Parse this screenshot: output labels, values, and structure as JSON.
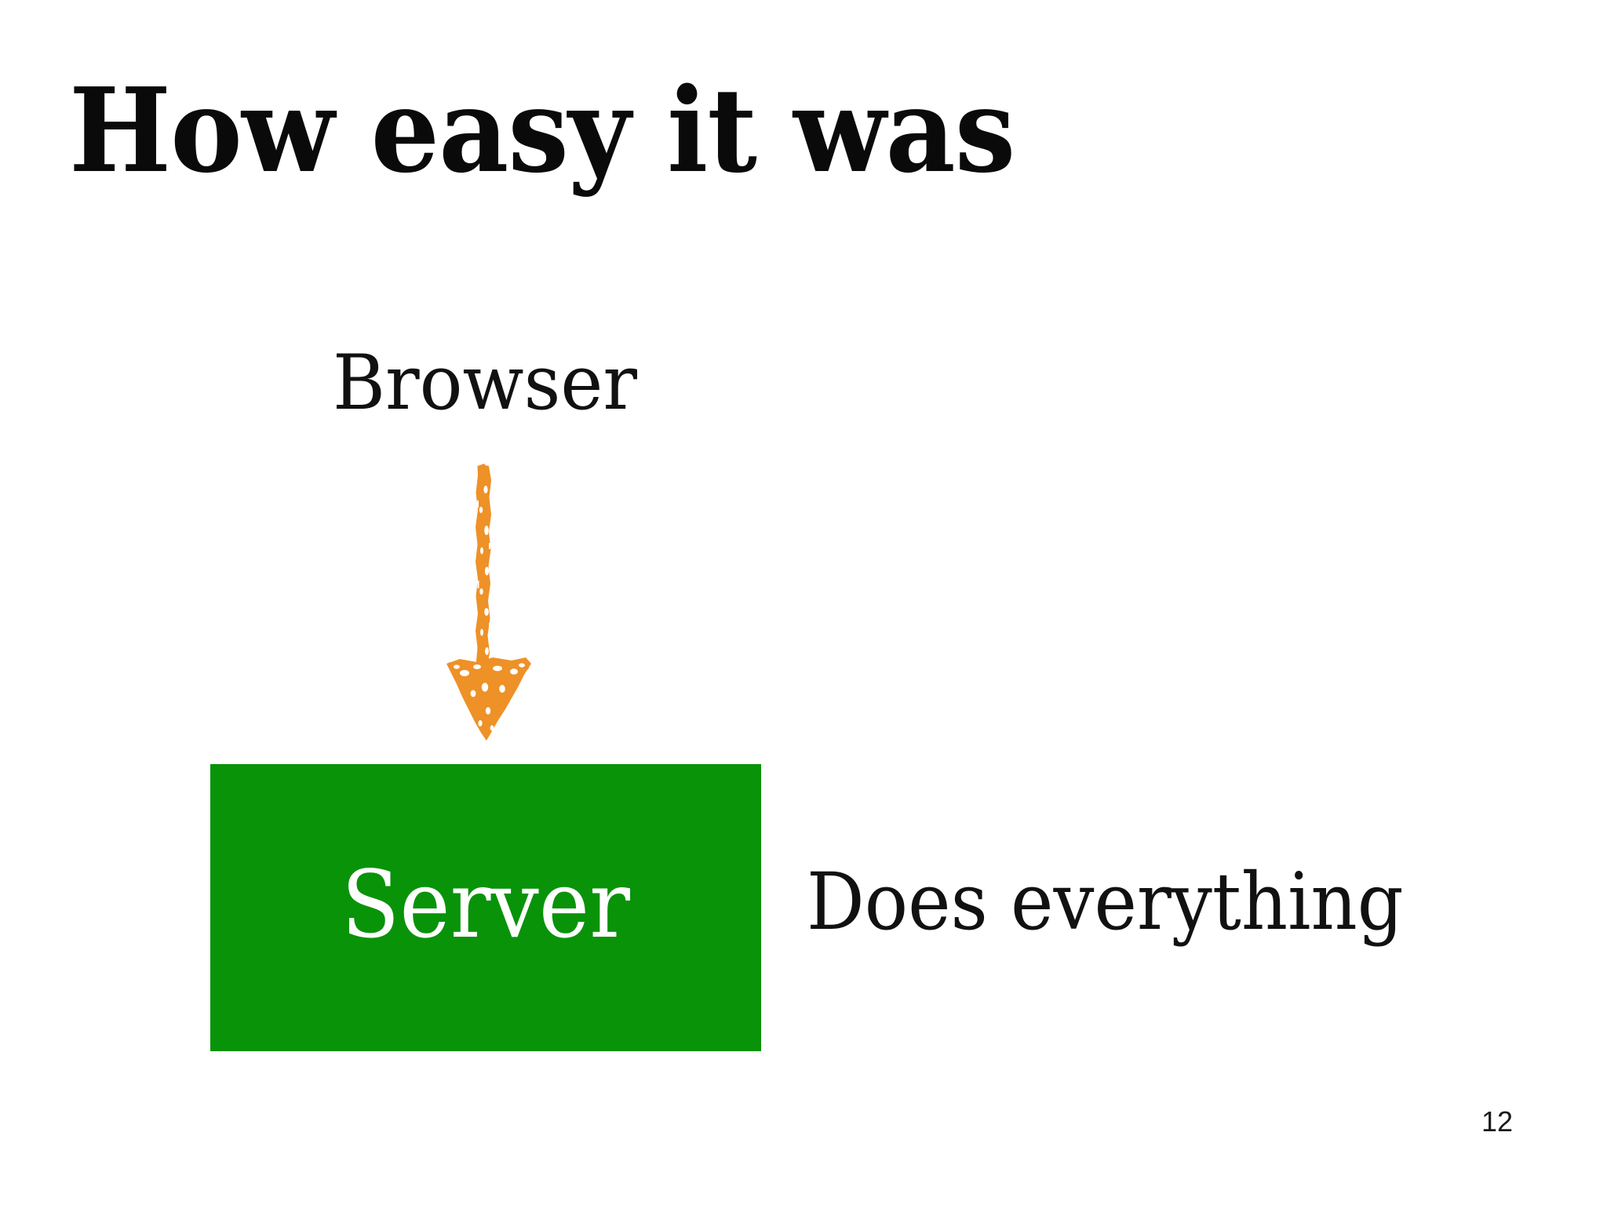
{
  "slide": {
    "title": "How easy it was",
    "page_number": "12",
    "background_color": "#ffffff"
  },
  "diagram": {
    "browser_label": "Browser",
    "arrow": {
      "name": "down-arrow",
      "direction": "down",
      "color": "#ee9127",
      "style": "hand-drawn"
    },
    "server_box": {
      "label": "Server",
      "fill_color": "#099309",
      "text_color": "#ffffff"
    },
    "caption": "Does everything"
  }
}
